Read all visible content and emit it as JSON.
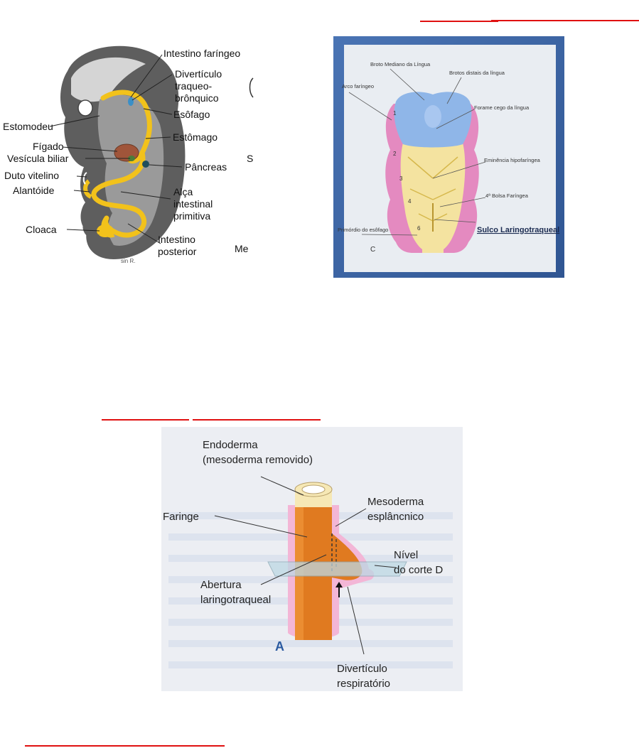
{
  "colors": {
    "red_underline": "#e01010",
    "embryo_gray_dark": "#5a5a5a",
    "embryo_gray_light": "#bdbdbd",
    "gut_yellow": "#f2c21b",
    "liver_brown": "#a0553a",
    "tongue_blue": "#8fb6e8",
    "pharynx_pink": "#e48ac0",
    "pharynx_yellow": "#f4e3a0",
    "slide_bg": "#3f66a3",
    "tube_orange": "#e07a20",
    "mesoderm_pink": "#f3b6d6"
  },
  "figure1": {
    "labels": {
      "intestino_faringeo": "Intestino faríngeo",
      "diverticulo_1": "Divertículo",
      "diverticulo_2": "traqueo-",
      "diverticulo_3": "brônquico",
      "esofago": "Esôfago",
      "estomodeu": "Estomodeu",
      "estomago": "Estômago",
      "figado": "Fígado",
      "vesicula": "Vesícula biliar",
      "pancreas": "Pâncreas",
      "duto": "Duto vitelino",
      "alantoide": "Alantóide",
      "alca_1": "Alça",
      "alca_2": "intestinal",
      "alca_3": "primitiva",
      "cloaca": "Cloaca",
      "intestino_post_1": "Intestino",
      "intestino_post_2": "posterior",
      "edge_s": "S",
      "edge_me": "Me"
    }
  },
  "figure2": {
    "labels": {
      "broto_mediano": "Broto Mediano da Língua",
      "brotos_distais": "Brotos distais da língua",
      "arco_faringeo": "Arco faríngeo",
      "forame_cego": "Forame cego da língua",
      "eminencia": "Eminência hipofaríngea",
      "bolsa": "4ª Bolsa Faríngea",
      "sulco": "Sulco Laringotraqueal",
      "primordio": "Primórdio do esôfago",
      "letter_c": "C",
      "arch_1": "1",
      "arch_2": "2",
      "arch_3": "3",
      "arch_4": "4",
      "arch_6": "6"
    }
  },
  "figure3": {
    "labels": {
      "endoderma_1": "Endoderma",
      "endoderma_2": "(mesoderma removido)",
      "faringe": "Faringe",
      "mesoderma_1": "Mesoderma",
      "mesoderma_2": "esplâncnico",
      "nivel_1": "Nível",
      "nivel_2": "do corte D",
      "abertura_1": "Abertura",
      "abertura_2": "laringotraqueal",
      "letter_a": "A",
      "diverticulo_1": "Divertículo",
      "diverticulo_2": "respiratório"
    }
  }
}
